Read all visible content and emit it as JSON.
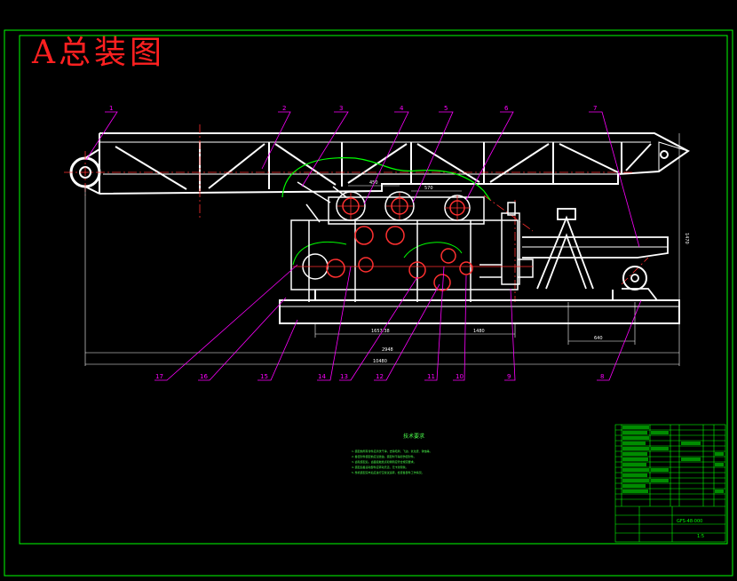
{
  "title": "A总装图",
  "callouts": [
    "1",
    "2",
    "3",
    "4",
    "5",
    "6",
    "7",
    "8",
    "9",
    "10",
    "11",
    "12",
    "13",
    "14",
    "15",
    "16",
    "17"
  ],
  "dimensions": {
    "d1": "450",
    "d2": "570",
    "d_height": "1470",
    "d_bottom_1": "1657.38",
    "d_bottom_2": "1480",
    "d_bottom_3": "640",
    "d_overall_1": "2948",
    "d_overall_2": "10480"
  },
  "notes": {
    "heading": "技术要求",
    "lines": [
      "1.装配前所有零件应清洗干净，去除毛刺、飞边、氧化皮、锈蚀等。",
      "2.各密封件装配前应浸透油，装配时不得损伤密封件。",
      "3.齿轮装配后，齿面接触斑点和侧隙应符合规定要求。",
      "4.装配后各运动部件应转动灵活，无卡滞现象。",
      "5.整机装配完毕后应进行空载试运转，检查各部件工作情况。"
    ]
  },
  "title_block": {
    "drawing_code": "GFS-48-000",
    "scale": "1:5"
  },
  "colors": {
    "frame": "#00ff00",
    "structure": "#ffffff",
    "leader": "#ff00ff",
    "centerline": "#ff3030",
    "accent_green": "#00ff00",
    "title_red": "#ff2020"
  }
}
